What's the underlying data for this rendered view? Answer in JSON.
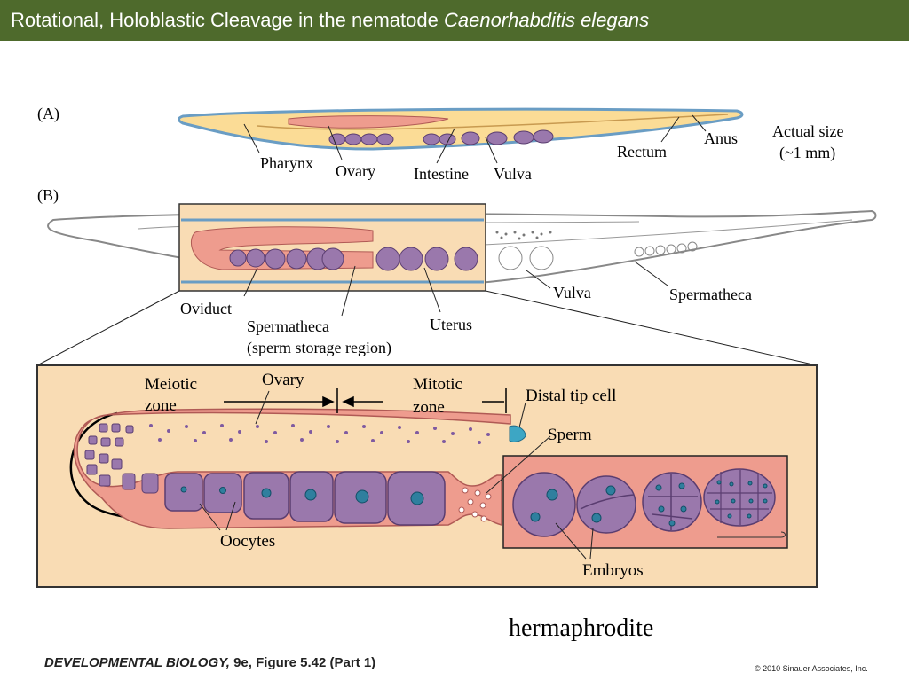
{
  "header": {
    "title_prefix": "Rotational, Holoblastic Cleavage in the nematode ",
    "title_species": "Caenorhabditis elegans"
  },
  "panel_a": {
    "letter": "(A)",
    "labels": {
      "pharynx": "Pharynx",
      "ovary": "Ovary",
      "intestine": "Intestine",
      "vulva": "Vulva",
      "rectum": "Rectum",
      "anus": "Anus"
    },
    "scale_line1": "Actual size",
    "scale_line2": "(~1 mm)"
  },
  "panel_b": {
    "letter": "(B)",
    "labels": {
      "oviduct": "Oviduct",
      "spermatheca": "Spermatheca",
      "spermatheca_note": "(sperm storage region)",
      "uterus": "Uterus",
      "vulva": "Vulva",
      "spermatheca_right": "Spermatheca"
    }
  },
  "detail": {
    "meiotic_line1": "Meiotic",
    "meiotic_line2": "zone",
    "ovary": "Ovary",
    "mitotic_line1": "Mitotic",
    "mitotic_line2": "zone",
    "distal_tip": "Distal tip cell",
    "sperm": "Sperm",
    "oocytes": "Oocytes",
    "embryos": "Embryos"
  },
  "caption": "hermaphrodite",
  "footer": {
    "book": "DEVELOPMENTAL BIOLOGY,",
    "edition": " 9e, Figure 5.42 (Part 1)",
    "copyright": "© 2010 Sinauer Associates, Inc."
  },
  "colors": {
    "header_bg": "#4e6a2c",
    "panel_bg": "#f9dcb4",
    "gonad": "#ee9c8e",
    "oocyte": "#9a78ac",
    "nucleus": "#2f7f9e",
    "cuticle": "#6a9dc4",
    "tissue": "#fbdc96"
  }
}
